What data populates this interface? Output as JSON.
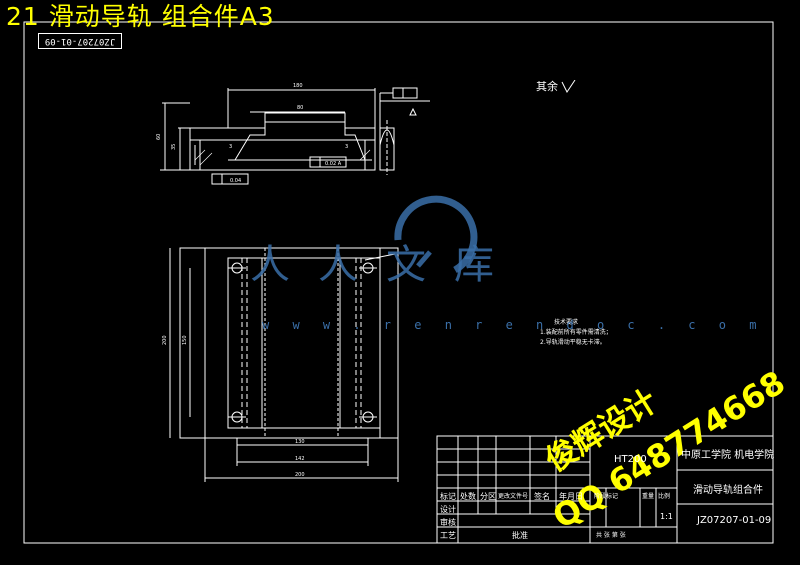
{
  "drawing": {
    "title": "21 滑动导轨 组合件A3",
    "drawing_number_upside_down": "JZ07207-01-09"
  },
  "watermark": {
    "logo_text": "人人文库",
    "domain": "w w w . r e n r e n d o c . c o m",
    "designer_text": "俊辉设计",
    "qq_text": "QQ 648774668"
  },
  "annotations": {
    "roughness_label": "其余",
    "tech_notes": [
      "技术要求",
      "1.装配前所有零件需清洗；",
      "2.导轨滑动平稳无卡滞。"
    ]
  },
  "title_block": {
    "material": "HT200",
    "school": "中原工学院 机电学院",
    "part_name": "滑动导轨组合件",
    "part_number": "JZ07207-01-09",
    "scale": "1:1",
    "row_labels": [
      "标记",
      "设计",
      "审核",
      "工艺"
    ],
    "col_labels": [
      "处数",
      "分区",
      "更改文件号",
      "签名",
      "年月日"
    ],
    "right_labels": [
      "阶段标记",
      "重量",
      "比例"
    ],
    "sheet_label": "共 张 第 张",
    "approve_label": "批准"
  },
  "colors": {
    "line": "#ffffff",
    "highlight": "#ffff00",
    "watermark": "#3a6fa8",
    "background": "#000000"
  }
}
